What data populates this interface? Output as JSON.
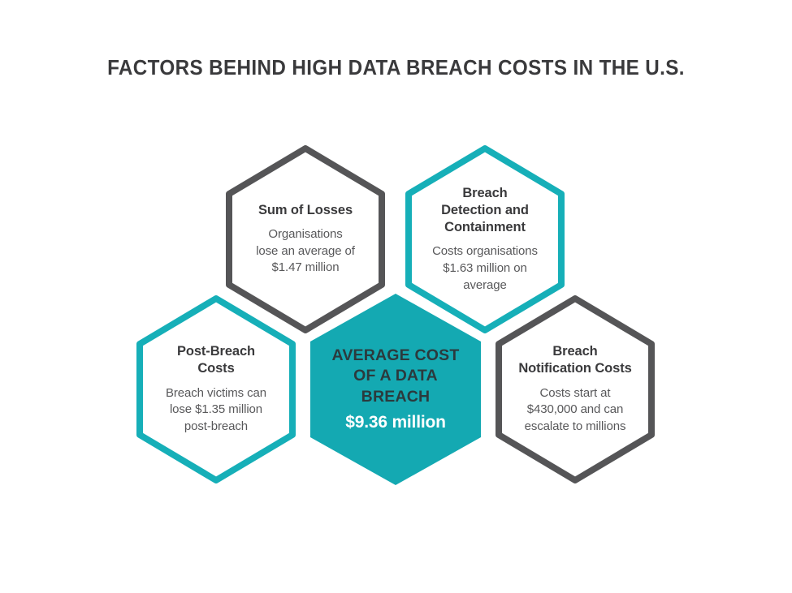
{
  "page": {
    "background_color": "#ffffff",
    "title": "FACTORS BEHIND HIGH DATA BREACH COSTS IN THE U.S."
  },
  "theme": {
    "teal": "#14a9b2",
    "teal_stroke": "#16afb8",
    "gray_stroke": "#555557",
    "title_color": "#3a3a3c",
    "body_color": "#58585a",
    "center_title_color": "#2b3a3d",
    "center_value_color": "#ffffff"
  },
  "chart_data": {
    "type": "diagram",
    "title": "FACTORS BEHIND HIGH DATA BREACH COSTS IN THE U.S.",
    "shape": "hexagon-honeycomb",
    "center": {
      "label": "AVERAGE COST OF A DATA BREACH",
      "value": "$9.36 million",
      "value_numeric": 9.36,
      "unit": "million USD",
      "style": "filled",
      "color": "#14a9b2"
    },
    "categories": [
      "Sum of Losses",
      "Breach Detection and Containment",
      "Post-Breach Costs",
      "Breach Notification Costs"
    ],
    "values": [
      1.47,
      1.63,
      1.35,
      0.43
    ],
    "value_labels": [
      "$1.47 million",
      "$1.63 million",
      "$1.35 million",
      "$430,000"
    ],
    "unit": "million USD"
  },
  "hexagons": [
    {
      "id": "sum-of-losses",
      "title": "Sum of Losses",
      "body": "Organisations lose an average of $1.47 million",
      "body_lines": [
        "Organisations",
        "lose an average of",
        "$1.47 million"
      ],
      "outline_color": "#555557",
      "filled": false
    },
    {
      "id": "breach-detection-and-containment",
      "title": "Breach Detection and Containment",
      "title_lines": [
        "Breach",
        "Detection and",
        "Containment"
      ],
      "body": "Costs organisations $1.63 million on average",
      "body_lines": [
        "Costs organisations",
        "$1.63 million on",
        "average"
      ],
      "outline_color": "#16afb8",
      "filled": false
    },
    {
      "id": "post-breach-costs",
      "title": "Post-Breach Costs",
      "title_lines": [
        "Post-Breach",
        "Costs"
      ],
      "body": "Breach victims can lose $1.35 million post-breach",
      "body_lines": [
        "Breach victims can",
        "lose $1.35 million",
        "post-breach"
      ],
      "outline_color": "#16afb8",
      "filled": false
    },
    {
      "id": "average-cost-of-a-data-breach",
      "title": "AVERAGE COST OF A DATA BREACH",
      "title_lines": [
        "AVERAGE COST",
        "OF A DATA",
        "BREACH"
      ],
      "value": "$9.36 million",
      "fill_color": "#14a9b2",
      "filled": true
    },
    {
      "id": "breach-notification-costs",
      "title": "Breach Notification Costs",
      "title_lines": [
        "Breach",
        "Notification Costs"
      ],
      "body": "Costs start at $430,000 and can escalate to millions",
      "body_lines": [
        "Costs start at",
        "$430,000 and can",
        "escalate to millions"
      ],
      "outline_color": "#555557",
      "filled": false
    }
  ]
}
